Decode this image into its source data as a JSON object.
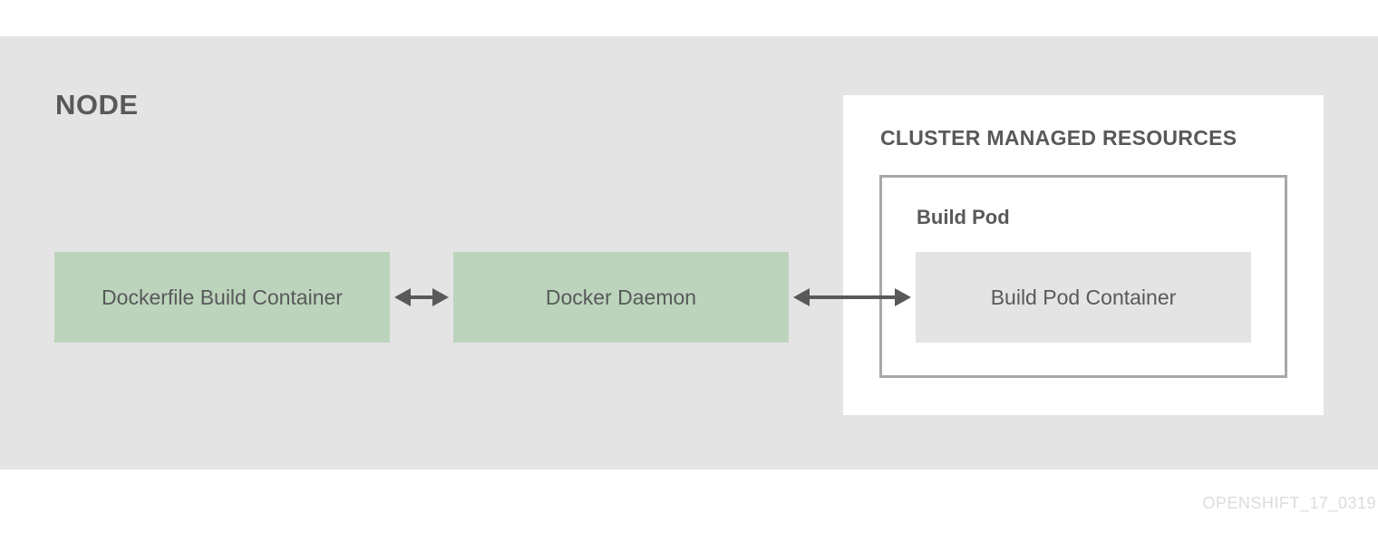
{
  "node": {
    "title": "NODE"
  },
  "boxes": {
    "dockerfile_build_container": "Dockerfile Build Container",
    "docker_daemon": "Docker Daemon"
  },
  "cluster": {
    "title": "CLUSTER MANAGED RESOURCES",
    "pod": {
      "title": "Build Pod",
      "container": "Build Pod Container"
    }
  },
  "footer": {
    "figure_id": "OPENSHIFT_17_0319"
  },
  "colors": {
    "node_background": "#e4e4e4",
    "green_box": "#bcd4bb",
    "text": "#58595b",
    "pod_border": "#a8a8a8",
    "arrow": "#58595b"
  }
}
